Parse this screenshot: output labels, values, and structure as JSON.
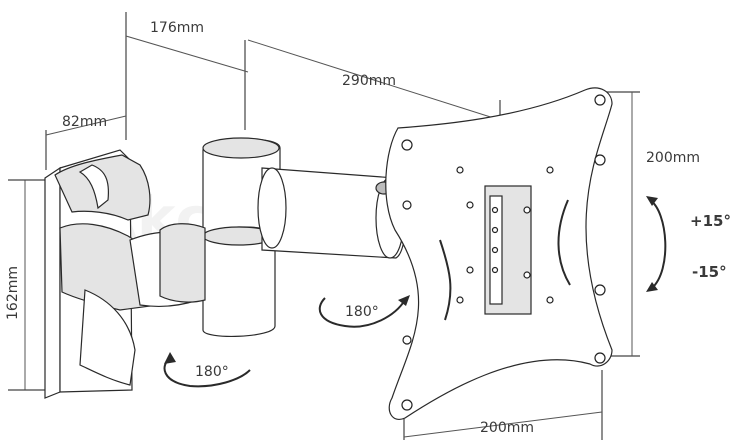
{
  "watermark": "Akcesoria-24",
  "dimensions": {
    "arm_offset": "176mm",
    "arm_length": "290mm",
    "wall_depth": "82mm",
    "wall_height": "162mm",
    "plate_height": "200mm",
    "plate_width": "200mm"
  },
  "rotations": {
    "wall_swivel": "180°",
    "arm_swivel": "180°",
    "tilt_up": "+15°",
    "tilt_down": "-15°"
  },
  "colors": {
    "line": "#2a2a2a",
    "shade": "#e4e4e4",
    "watermark": "#f2f2f2"
  }
}
